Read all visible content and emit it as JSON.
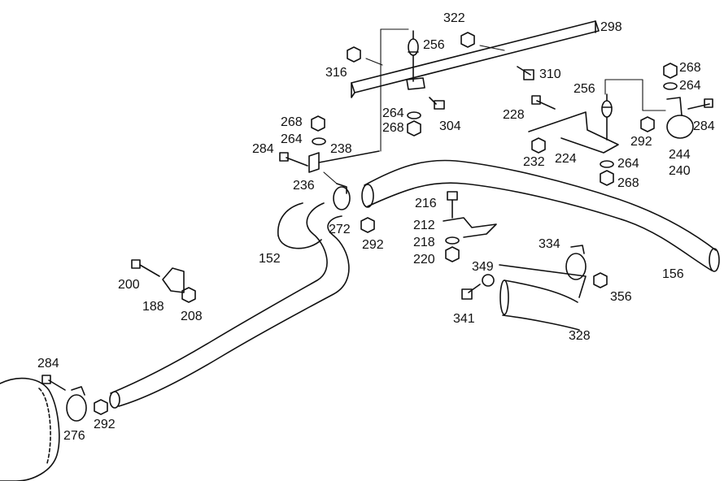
{
  "colors": {
    "ink": "#111111",
    "paper": "#ffffff"
  },
  "callouts": [
    {
      "id": "c322",
      "text": "322"
    },
    {
      "id": "c298",
      "text": "298"
    },
    {
      "id": "c256a",
      "text": "256"
    },
    {
      "id": "c316",
      "text": "316"
    },
    {
      "id": "c310",
      "text": "310"
    },
    {
      "id": "c268a",
      "text": "268"
    },
    {
      "id": "c264a",
      "text": "264"
    },
    {
      "id": "c256b",
      "text": "256"
    },
    {
      "id": "c228",
      "text": "228"
    },
    {
      "id": "c284a",
      "text": "284"
    },
    {
      "id": "c264b",
      "text": "264"
    },
    {
      "id": "c268b",
      "text": "268"
    },
    {
      "id": "c304",
      "text": "304"
    },
    {
      "id": "c268c",
      "text": "268"
    },
    {
      "id": "c264c",
      "text": "264"
    },
    {
      "id": "c238",
      "text": "238"
    },
    {
      "id": "c292a",
      "text": "292"
    },
    {
      "id": "c244",
      "text": "244"
    },
    {
      "id": "c240",
      "text": "240"
    },
    {
      "id": "c284b",
      "text": "284"
    },
    {
      "id": "c232",
      "text": "232"
    },
    {
      "id": "c224",
      "text": "224"
    },
    {
      "id": "c264d",
      "text": "264"
    },
    {
      "id": "c268d",
      "text": "268"
    },
    {
      "id": "c236",
      "text": "236"
    },
    {
      "id": "c216",
      "text": "216"
    },
    {
      "id": "c212",
      "text": "212"
    },
    {
      "id": "c272",
      "text": "272"
    },
    {
      "id": "c292b",
      "text": "292"
    },
    {
      "id": "c218",
      "text": "218"
    },
    {
      "id": "c220",
      "text": "220"
    },
    {
      "id": "c334",
      "text": "334"
    },
    {
      "id": "c152",
      "text": "152"
    },
    {
      "id": "c349",
      "text": "349"
    },
    {
      "id": "c156",
      "text": "156"
    },
    {
      "id": "c200",
      "text": "200"
    },
    {
      "id": "c356",
      "text": "356"
    },
    {
      "id": "c188",
      "text": "188"
    },
    {
      "id": "c208",
      "text": "208"
    },
    {
      "id": "c341",
      "text": "341"
    },
    {
      "id": "c328",
      "text": "328"
    },
    {
      "id": "c284c",
      "text": "284"
    },
    {
      "id": "c292c",
      "text": "292"
    },
    {
      "id": "c276",
      "text": "276"
    }
  ]
}
